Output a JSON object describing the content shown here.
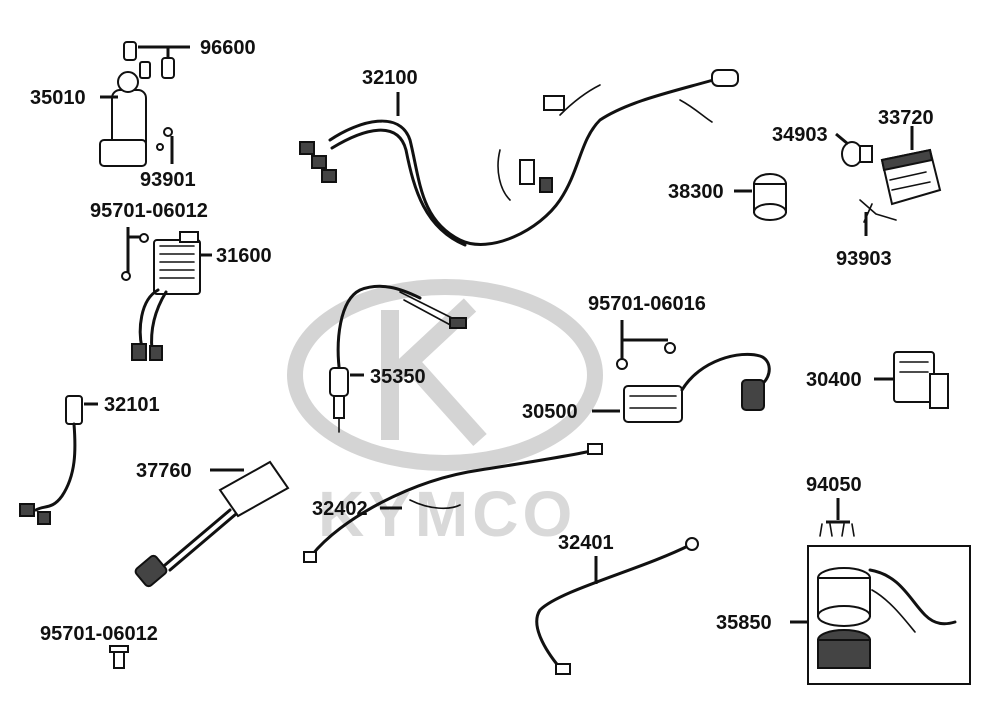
{
  "watermark": {
    "brand": "KYMCO"
  },
  "parts": {
    "p96600": "96600",
    "p35010": "35010",
    "p93901": "93901",
    "p95701_a": "95701-06012",
    "p31600": "31600",
    "p32100": "32100",
    "p34903": "34903",
    "p33720": "33720",
    "p38300": "38300",
    "p93903": "93903",
    "p95701_b": "95701-06016",
    "p35350": "35350",
    "p30400": "30400",
    "p30500": "30500",
    "p32101": "32101",
    "p37760": "37760",
    "p32402": "32402",
    "p94050": "94050",
    "p32401": "32401",
    "p35850": "35850",
    "p95701_c": "95701-06012"
  }
}
